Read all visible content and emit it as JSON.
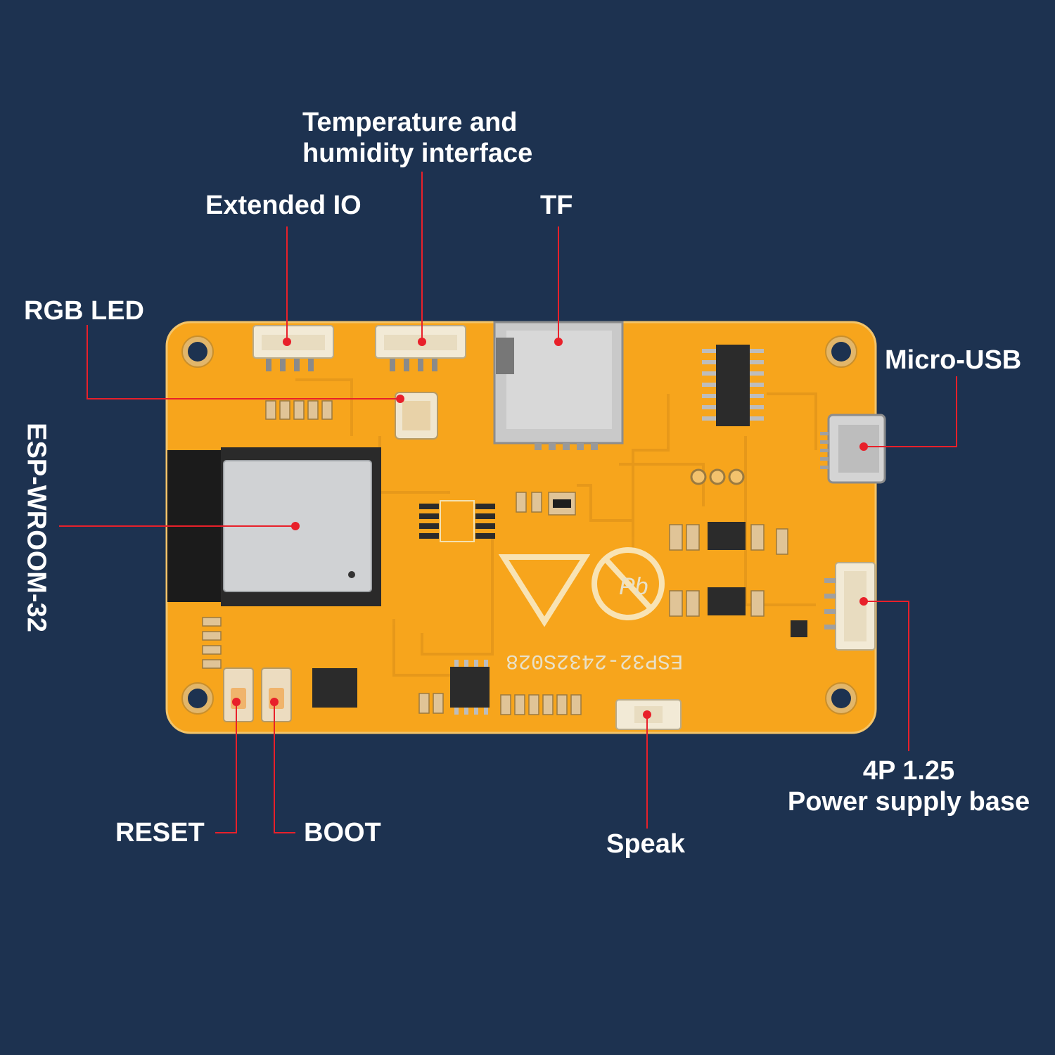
{
  "board": {
    "silkscreen_model": "ESP32-2432S028",
    "module_text": "ESP-WROOM-32",
    "accent_color": "#e8202a",
    "pcb_color": "#f7a51c",
    "background_color": "#1d3250"
  },
  "callouts": {
    "temperature": [
      "Temperature and",
      "humidity interface"
    ],
    "extended_io": "Extended IO",
    "tf": "TF",
    "rgb_led": "RGB LED",
    "micro_usb": "Micro-USB",
    "esp_wroom": "ESP-WROOM-32",
    "power_supply": [
      "4P 1.25",
      "Power supply base"
    ],
    "reset": "RESET",
    "boot": "BOOT",
    "speak": "Speak"
  }
}
